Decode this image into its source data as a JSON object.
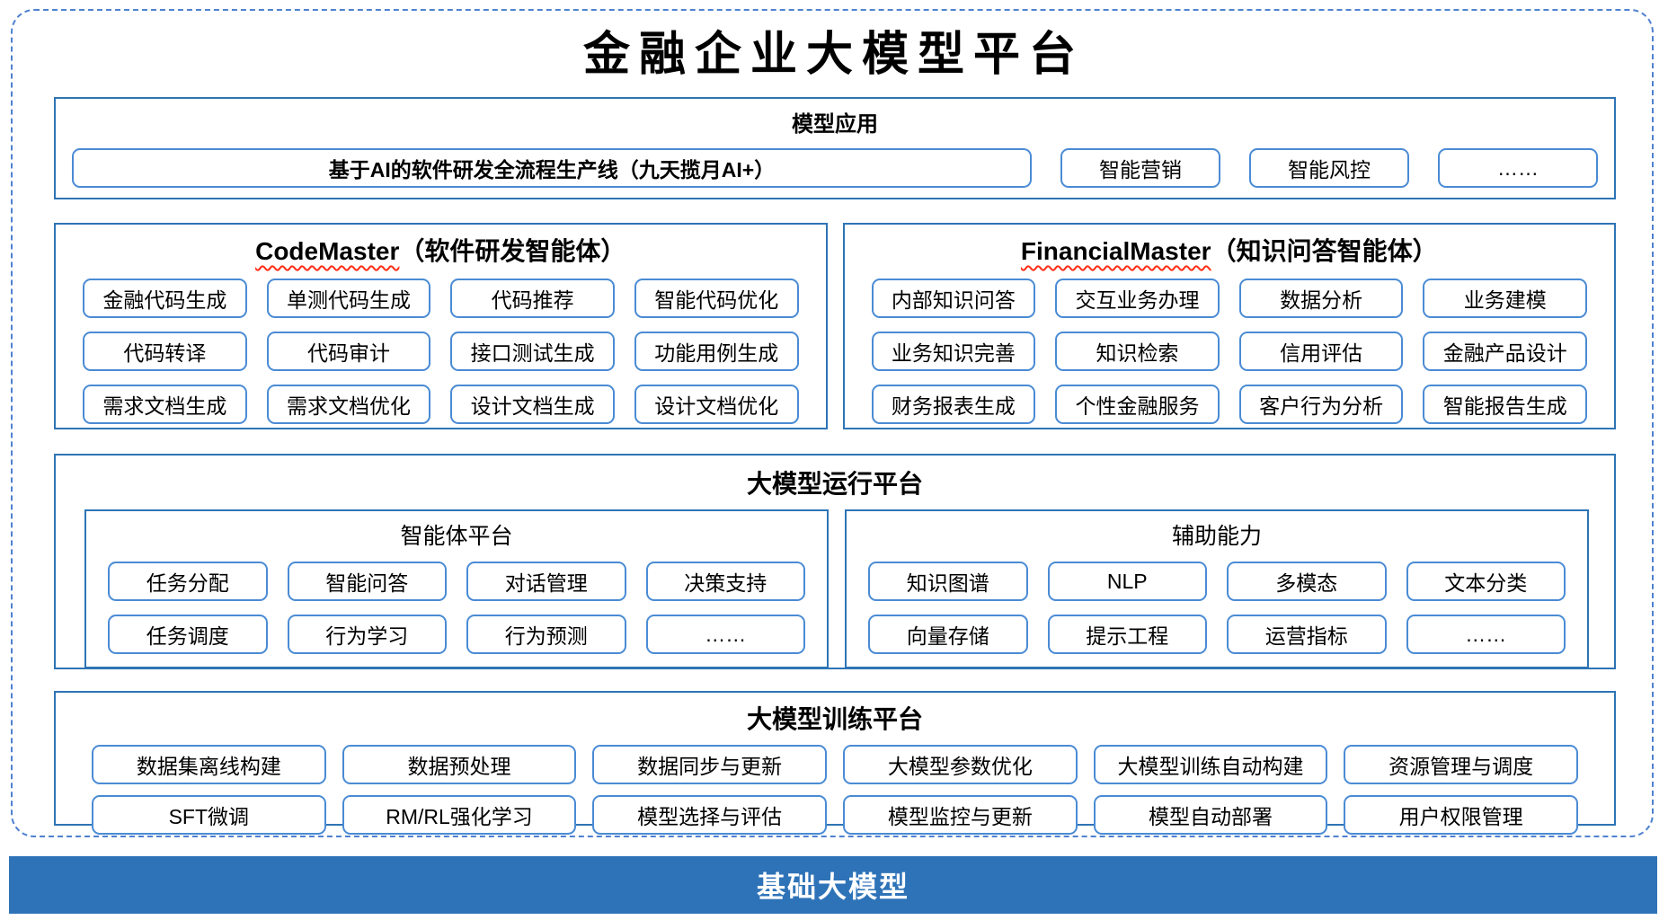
{
  "title": "金融企业大模型平台",
  "colors": {
    "section_border": "#2e74b5",
    "pill_border": "#4a8bd4",
    "outer_dashed_border": "#4f81d0",
    "foundation_bar_bg": "#2e73b8",
    "wavy_underline": "#ff2d16"
  },
  "apps": {
    "header": "模型应用",
    "main_button": "基于AI的软件研发全流程生产线（九天揽月AI+）",
    "buttons": [
      "智能营销",
      "智能风控",
      "……"
    ]
  },
  "agents": [
    {
      "name_en": "CodeMaster",
      "name_cn": "（软件研发智能体）",
      "buttons": [
        "金融代码生成",
        "单测代码生成",
        "代码推荐",
        "智能代码优化",
        "代码转译",
        "代码审计",
        "接口测试生成",
        "功能用例生成",
        "需求文档生成",
        "需求文档优化",
        "设计文档生成",
        "设计文档优化"
      ]
    },
    {
      "name_en": "FinancialMaster",
      "name_cn": "（知识问答智能体）",
      "buttons": [
        "内部知识问答",
        "交互业务办理",
        "数据分析",
        "业务建模",
        "业务知识完善",
        "知识检索",
        "信用评估",
        "金融产品设计",
        "财务报表生成",
        "个性金融服务",
        "客户行为分析",
        "智能报告生成"
      ]
    }
  ],
  "runtime": {
    "header": "大模型运行平台",
    "groups": [
      {
        "header": "智能体平台",
        "buttons": [
          "任务分配",
          "智能问答",
          "对话管理",
          "决策支持",
          "任务调度",
          "行为学习",
          "行为预测",
          "……"
        ]
      },
      {
        "header": "辅助能力",
        "buttons": [
          "知识图谱",
          "NLP",
          "多模态",
          "文本分类",
          "向量存储",
          "提示工程",
          "运营指标",
          "……"
        ]
      }
    ]
  },
  "training": {
    "header": "大模型训练平台",
    "buttons": [
      "数据集离线构建",
      "数据预处理",
      "数据同步与更新",
      "大模型参数优化",
      "大模型训练自动构建",
      "资源管理与调度",
      "SFT微调",
      "RM/RL强化学习",
      "模型选择与评估",
      "模型监控与更新",
      "模型自动部署",
      "用户权限管理"
    ]
  },
  "foundation": {
    "label": "基础大模型"
  }
}
